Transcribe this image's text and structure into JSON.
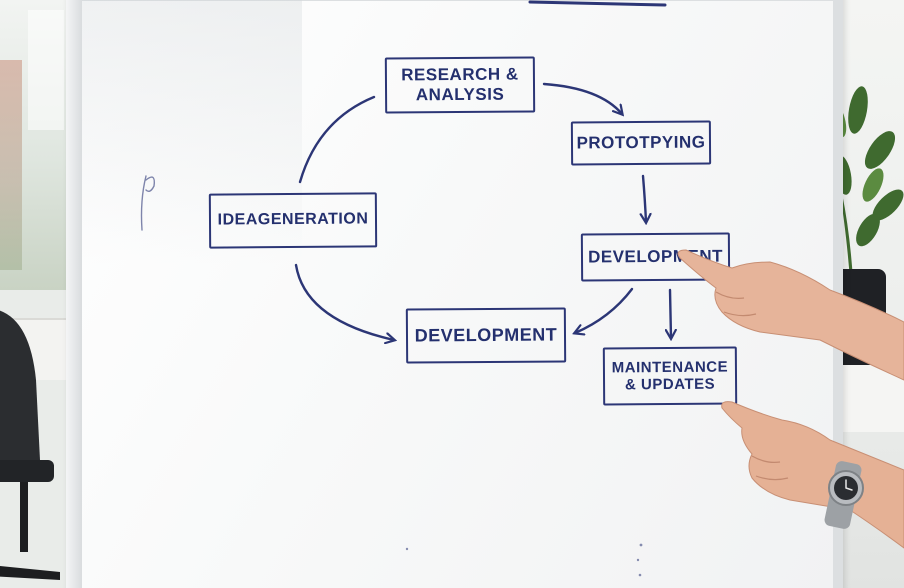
{
  "whiteboard": {
    "nodes": {
      "research": {
        "line1": "RESEARCH &",
        "line2": "ANALYSIS"
      },
      "prototyping": {
        "label": "PROTOTPYING"
      },
      "idea": {
        "label": "IDEAGENERATION"
      },
      "development_right": {
        "label": "DEVELOPMENT"
      },
      "development_center": {
        "label": "DEVELOPMENT"
      },
      "maintenance": {
        "line1": "MAINTENANCE",
        "line2": "& UPDATES"
      }
    },
    "ink_color": "#2c3676"
  },
  "icons": [
    "plant-icon",
    "office-chair-icon",
    "wristwatch-icon"
  ]
}
